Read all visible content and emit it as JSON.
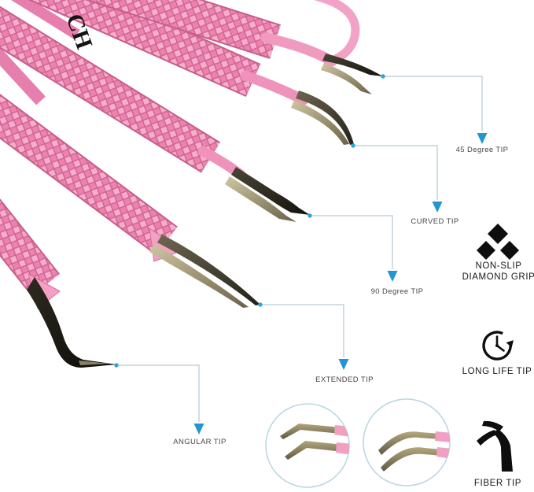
{
  "image_title": "Pink lash tweezers set - annotated product infographic",
  "product": {
    "logo_text": "CH",
    "item_count": 5,
    "handle_style": "diamond textured pink handles with metallic tips"
  },
  "callouts": [
    {
      "id": "45-degree-tip",
      "label": "45 Degree TIP"
    },
    {
      "id": "curved-tip",
      "label": "CURVED TIP"
    },
    {
      "id": "90-degree-tip",
      "label": "90 Degree TIP"
    },
    {
      "id": "extended-tip",
      "label": "EXTENDED TIP"
    },
    {
      "id": "angular-tip",
      "label": "ANGULAR TIP"
    }
  ],
  "features": {
    "diamond_grip": {
      "icon": "diamond-grip-icon",
      "line1": "NON-SLIP",
      "line2": "DIAMOND GRIP"
    },
    "long_life": {
      "icon": "clock-icon",
      "label": "LONG LIFE TIP"
    },
    "fiber": {
      "icon": "fiber-tip-icon",
      "label": "FIBER TIP"
    }
  },
  "insets": {
    "left": {
      "content": "angled tweezer tips close-up"
    },
    "right": {
      "content": "curved tweezer tips close-up"
    }
  },
  "colors": {
    "background": "#ffffff",
    "handle_pink": "#ec82ae",
    "handle_pink_light": "#f7aecb",
    "handle_pink_edge": "#c75e8b",
    "callout_line": "#b7cbd5",
    "callout_arrow": "#2196d4",
    "callout_dot": "#2aa7d8",
    "icon_black": "#0e0e0e",
    "inset_border": "#bad7e2",
    "metal_dark": "#1d1a14",
    "metal_silver": "#b0a98a"
  }
}
